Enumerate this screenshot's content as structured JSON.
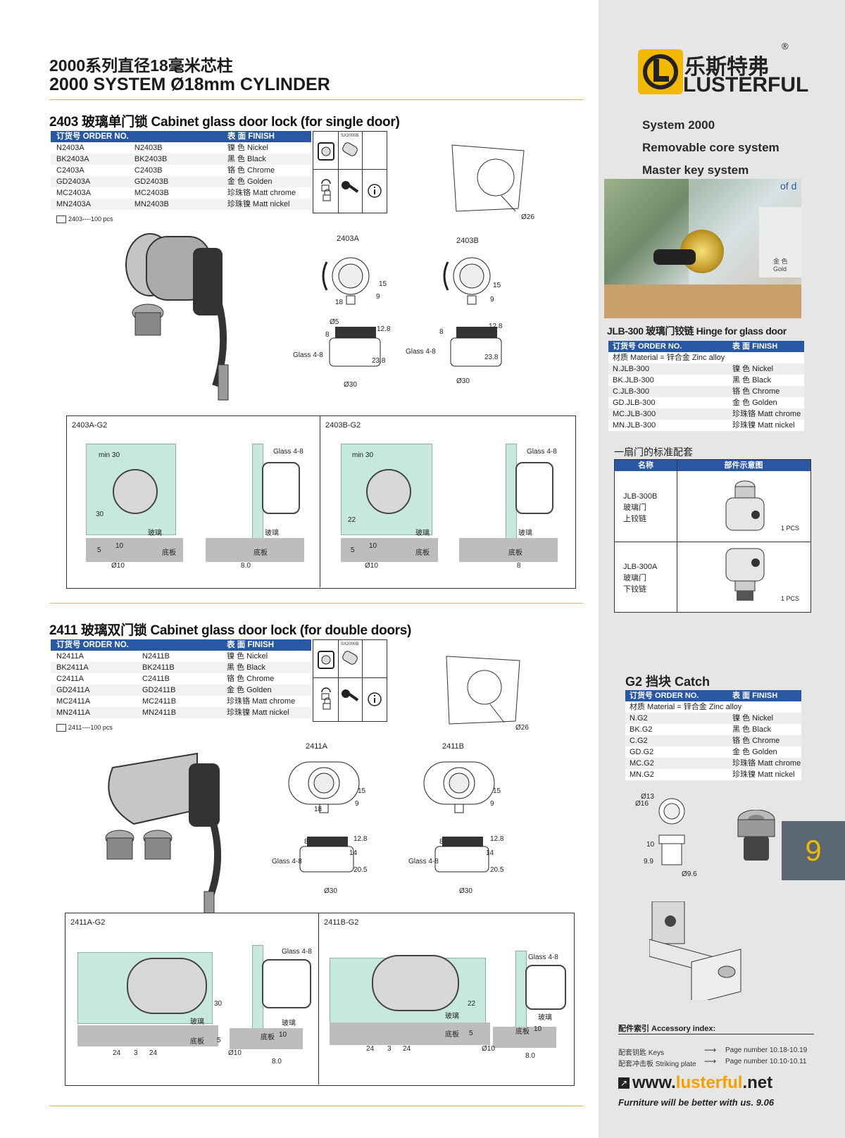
{
  "header": {
    "title_cn": "2000系列直径18毫米芯柱",
    "title_en": "2000 SYSTEM Ø18mm CYLINDER"
  },
  "brand": {
    "name_cn": "乐斯特弗",
    "name_en": "LUSTERFUL",
    "registered": "®",
    "features": [
      "System 2000",
      "Removable core system",
      "Master key system"
    ]
  },
  "section_2403": {
    "title": "2403 玻璃单门锁 Cabinet glass door lock (for single door)",
    "header": {
      "order_no": "订货号 ORDER NO.",
      "finish": "表 面 FINISH"
    },
    "rows": [
      {
        "a": "N2403A",
        "b": "N2403B",
        "finish": "镍 色 Nickel"
      },
      {
        "a": "BK2403A",
        "b": "BK2403B",
        "finish": "黑 色 Black"
      },
      {
        "a": "C2403A",
        "b": "C2403B",
        "finish": "铬 色 Chrome"
      },
      {
        "a": "GD2403A",
        "b": "GD2403B",
        "finish": "金 色 Golden"
      },
      {
        "a": "MC2403A",
        "b": "MC2403B",
        "finish": "珍珠铬 Matt chrome"
      },
      {
        "a": "MN2403A",
        "b": "MN2403B",
        "finish": "珍珠镍 Matt nickel"
      }
    ],
    "pack": "2403----100 pcs",
    "icon_tag": "SX2000B",
    "hole_dim": "Ø26",
    "drawing_a": "2403A",
    "drawing_b": "2403B",
    "dims": {
      "d15": "15",
      "d18": "18",
      "d9": "9",
      "d5": "Ø5",
      "d8": "8",
      "d12": "12.8",
      "d23": "23.8",
      "d30": "Ø30",
      "glass": "Glass 4-8"
    },
    "install_a": "2403A-G2",
    "install_b": "2403B-G2",
    "install_dims": {
      "min": "min 30",
      "glass": "Glass 4-8",
      "h30": "30",
      "h22": "22",
      "h5": "5",
      "d10": "10",
      "dia10": "Ø10",
      "w8": "8.0",
      "w8b": "8",
      "boli": "玻璃",
      "diban": "底板"
    }
  },
  "section_2411": {
    "title": "2411 玻璃双门锁 Cabinet glass door lock (for double doors)",
    "header": {
      "order_no": "订货号 ORDER NO.",
      "finish": "表 面 FINISH"
    },
    "rows": [
      {
        "a": "N2411A",
        "b": "N2411B",
        "finish": "镍 色 Nickel"
      },
      {
        "a": "BK2411A",
        "b": "BK2411B",
        "finish": "黑 色 Black"
      },
      {
        "a": "C2411A",
        "b": "C2411B",
        "finish": "铬 色 Chrome"
      },
      {
        "a": "GD2411A",
        "b": "GD2411B",
        "finish": "金 色 Golden"
      },
      {
        "a": "MC2411A",
        "b": "MC2411B",
        "finish": "珍珠铬 Matt chrome"
      },
      {
        "a": "MN2411A",
        "b": "MN2411B",
        "finish": "珍珠镍 Matt nickel"
      }
    ],
    "pack": "2411----100 pcs",
    "icon_tag": "SX2000B",
    "hole_dim": "Ø26",
    "drawing_a": "2411A",
    "drawing_b": "2411B",
    "dims": {
      "d15": "15",
      "d18": "18",
      "d9": "9",
      "d8": "8",
      "d12": "12.8",
      "d14": "14",
      "d20": "20.5",
      "d30": "Ø30",
      "glass": "Glass 4-8"
    },
    "install_a": "2411A-G2",
    "install_b": "2411B-G2",
    "install_dims": {
      "glass": "Glass 4-8",
      "h30": "30",
      "h22": "22",
      "h5": "5",
      "h10": "10",
      "w24": "24",
      "w3": "3",
      "dia10": "Ø10",
      "w8": "8.0",
      "boli": "玻璃",
      "diban": "底板"
    }
  },
  "hinge": {
    "title": "JLB-300 玻璃门铰链 Hinge for glass door",
    "header": {
      "order_no": "订货号 ORDER NO.",
      "finish": "表 面 FINISH"
    },
    "material": "材质 Material = 锌合金 Zinc alloy",
    "rows": [
      {
        "code": "N.JLB-300",
        "finish": "镍 色 Nickel"
      },
      {
        "code": "BK.JLB-300",
        "finish": "黑 色 Black"
      },
      {
        "code": "C.JLB-300",
        "finish": "铬 色 Chrome"
      },
      {
        "code": "GD.JLB-300",
        "finish": "金 色 Golden"
      },
      {
        "code": "MC.JLB-300",
        "finish": "珍珠铬 Matt chrome"
      },
      {
        "code": "MN.JLB-300",
        "finish": "珍珠镍 Matt nickel"
      }
    ],
    "photo_text": "of d",
    "photo_tag": "金 色 Gold",
    "kit_title": "一扇门的标准配套",
    "kit_header": {
      "name": "名称",
      "diagram": "部件示意图"
    },
    "kit_rows": [
      {
        "line1": "JLB-300B",
        "line2": "玻璃门",
        "line3": "上铰链",
        "qty": "1 PCS"
      },
      {
        "line1": "JLB-300A",
        "line2": "玻璃门",
        "line3": "下铰链",
        "qty": "1 PCS"
      }
    ]
  },
  "catch": {
    "title": "G2 挡块 Catch",
    "header": {
      "order_no": "订货号 ORDER NO.",
      "finish": "表 面 FINISH"
    },
    "material": "材质 Material = 锌合金 Zinc alloy",
    "rows": [
      {
        "code": "N.G2",
        "finish": "镍 色 Nickel"
      },
      {
        "code": "BK.G2",
        "finish": "黑 色 Black"
      },
      {
        "code": "C.G2",
        "finish": "铬 色 Chrome"
      },
      {
        "code": "GD.G2",
        "finish": "金 色 Golden"
      },
      {
        "code": "MC.G2",
        "finish": "珍珠铬 Matt chrome"
      },
      {
        "code": "MN.G2",
        "finish": "珍珠镍 Matt nickel"
      }
    ],
    "dims": {
      "d13": "Ø13",
      "d16": "Ø16",
      "h10": "10",
      "h99": "9.9",
      "d96": "Ø9.6"
    }
  },
  "page_number": "9",
  "accessory": {
    "title": "配件索引 Accessory index:",
    "rows": [
      {
        "label": "配套钥匙 Keys",
        "page": "Page number 10.18-10.19"
      },
      {
        "label": "配套冲击板 Striking plate",
        "page": "Page number 10.10-10.11"
      }
    ]
  },
  "footer": {
    "url_pre": "www.",
    "url_brand": "lusterful",
    "url_post": ".net",
    "slogan": "Furniture will be better with us.",
    "version": "9.06"
  },
  "colors": {
    "accent_blue": "#2857a4",
    "gold": "#f2b800",
    "rule": "#e5b94a",
    "panel": "#e6e6e6",
    "tab": "#5a6770",
    "glass": "#c7e8dc"
  }
}
